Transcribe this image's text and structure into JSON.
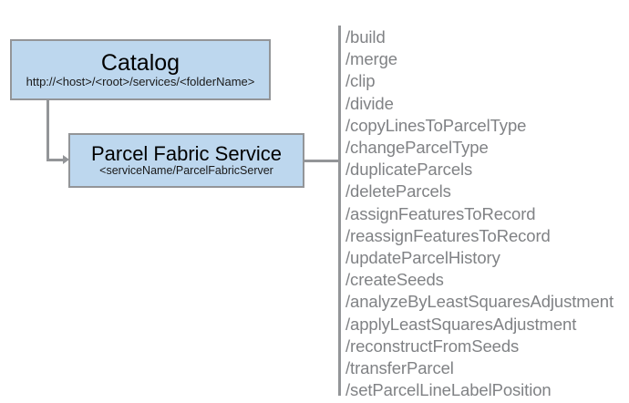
{
  "diagram": {
    "nodes": [
      {
        "id": "catalog",
        "title": "Catalog",
        "subtitle": "http://<host>/<root>/services/<folderName>"
      },
      {
        "id": "parcel-fabric-service",
        "title": "Parcel Fabric Service",
        "subtitle": "<serviceName/ParcelFabricServer"
      }
    ],
    "operations": [
      "/build",
      "/merge",
      "/clip",
      "/divide",
      "/copyLinesToParcelType",
      "/changeParcelType",
      "/duplicateParcels",
      "/deleteParcels",
      "/assignFeaturesToRecord",
      "/reassignFeaturesToRecord",
      "/updateParcelHistory",
      "/createSeeds",
      "/analyzeByLeastSquaresAdjustment",
      "/applyLeastSquaresAdjustment",
      "/reconstructFromSeeds",
      "/transferParcel",
      "/setParcelLineLabelPosition"
    ],
    "colors": {
      "node_fill": "#bdd7ee",
      "node_border": "#939598",
      "connector": "#939598",
      "operation_text": "#808285",
      "background": "#ffffff"
    }
  }
}
